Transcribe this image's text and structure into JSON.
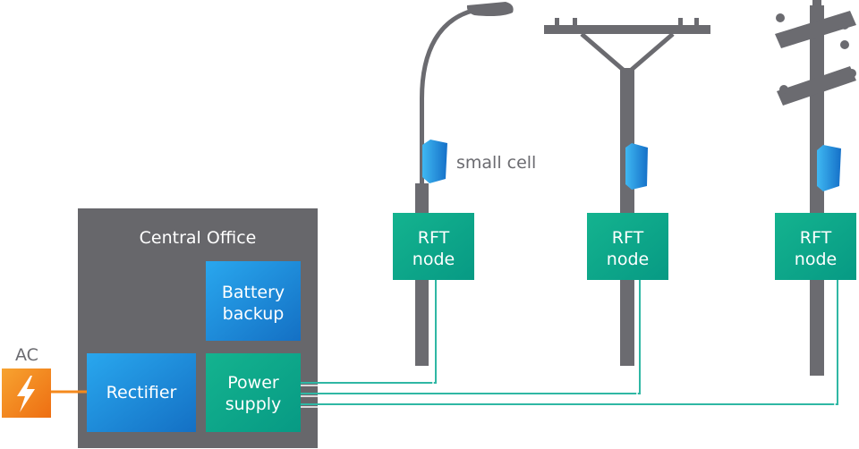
{
  "central_office": {
    "title": "Central Office"
  },
  "battery": {
    "line1": "Battery",
    "line2": "backup"
  },
  "rectifier": {
    "label": "Rectifier"
  },
  "power_supply": {
    "line1": "Power",
    "line2": "supply"
  },
  "ac": {
    "label": "AC"
  },
  "small_cell": {
    "label": "small cell"
  },
  "rft_nodes": [
    {
      "line1": "RFT",
      "line2": "node"
    },
    {
      "line1": "RFT",
      "line2": "node"
    },
    {
      "line1": "RFT",
      "line2": "node"
    }
  ],
  "colors": {
    "pole": "#6b6b70",
    "office": "#67676b",
    "blue": "#1c8ad8",
    "green": "#0aa58a",
    "teal_wire": "#2fb7a4",
    "ac_orange": "#f48a1d"
  }
}
